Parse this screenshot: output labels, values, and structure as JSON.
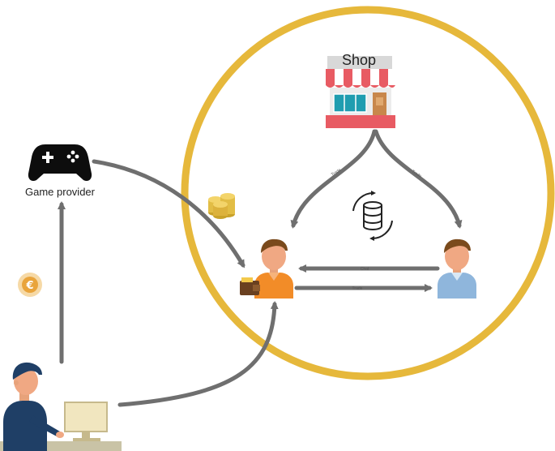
{
  "nodes": {
    "shop": {
      "label": "Shop"
    },
    "game_provider": {
      "label": "Game provider"
    }
  },
  "edges": {
    "shop_to_left_user": "Trade",
    "shop_to_right_user": "Trade",
    "right_to_left_user": "Chat",
    "left_to_right_user": "Trade"
  },
  "icons": {
    "controller": "game-controller-icon",
    "coins": "coin-stack-icon",
    "euro": "euro-coin-icon",
    "database": "database-sync-icon",
    "wallet": "wallet-icon"
  },
  "colors": {
    "ring": "#e6b83b",
    "arrow": "#6f6f6f",
    "user_left_shirt": "#f28c28",
    "user_right_shirt": "#8fb6dc",
    "awning_red": "#e85b63",
    "shop_window": "#1f9db0"
  }
}
